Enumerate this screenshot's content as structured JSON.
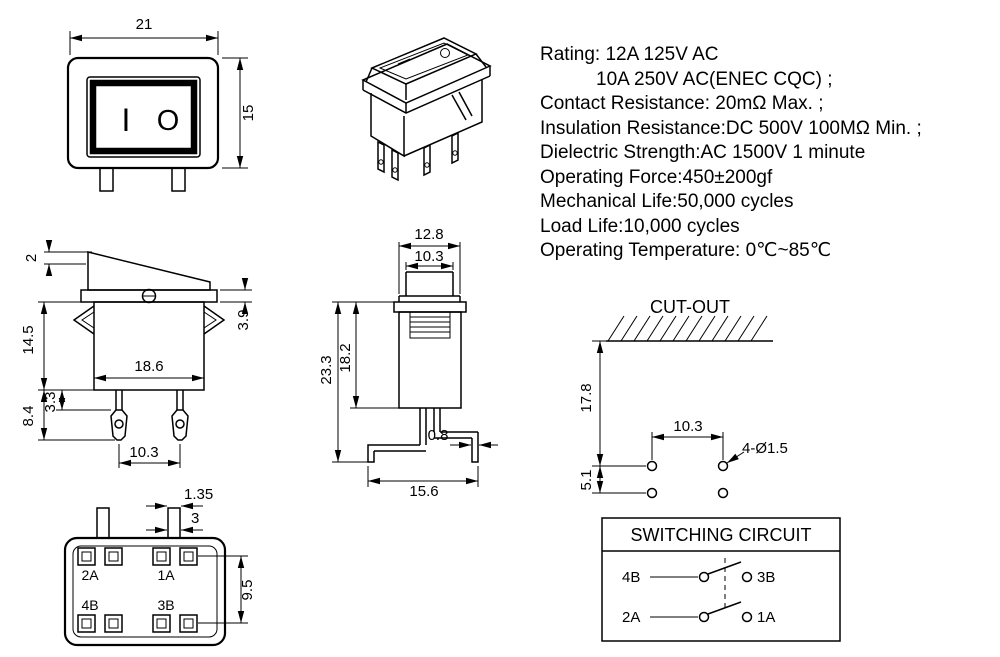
{
  "specs": {
    "lines": [
      "Rating: 12A   125V AC",
      "10A   250V AC(ENEC CQC) ;",
      "Contact Resistance: 20mΩ Max. ;",
      "Insulation Resistance:DC 500V 100MΩ  Min. ;",
      "Dielectric Strength:AC 1500V 1 minute",
      "Operating Force:450±200gf",
      "Mechanical Life:50,000 cycles",
      "Load Life:10,000 cycles",
      "Operating Temperature: 0℃~85℃"
    ]
  },
  "front_view": {
    "width": "21",
    "height": "15",
    "on_mark": "I",
    "off_mark": "O"
  },
  "side_view": {
    "top_gap": "2",
    "flange_h": "3.9",
    "body_h": "14.5",
    "body_w": "18.6",
    "pin_neck": "3.3",
    "pin_len": "8.4",
    "pin_pitch": "10.3"
  },
  "sectional_view": {
    "button_outer": "12.8",
    "button_inner": "10.3",
    "total_h": "23.3",
    "body_h": "18.2",
    "terminal_t": "0.8",
    "total_w": "15.6"
  },
  "cutout": {
    "title": "CUT-OUT",
    "depth": "17.8",
    "row_gap": "5.1",
    "hole_pitch": "10.3",
    "holes": "4-Ø1.5"
  },
  "bottom_view": {
    "pin_t": "1.35",
    "pin_w": "3",
    "row_pitch": "9.5",
    "t2a": "2A",
    "t1a": "1A",
    "t4b": "4B",
    "t3b": "3B"
  },
  "circuit": {
    "title": "SWITCHING CIRCUIT",
    "t4b": "4B",
    "t3b": "3B",
    "t2a": "2A",
    "t1a": "1A"
  }
}
